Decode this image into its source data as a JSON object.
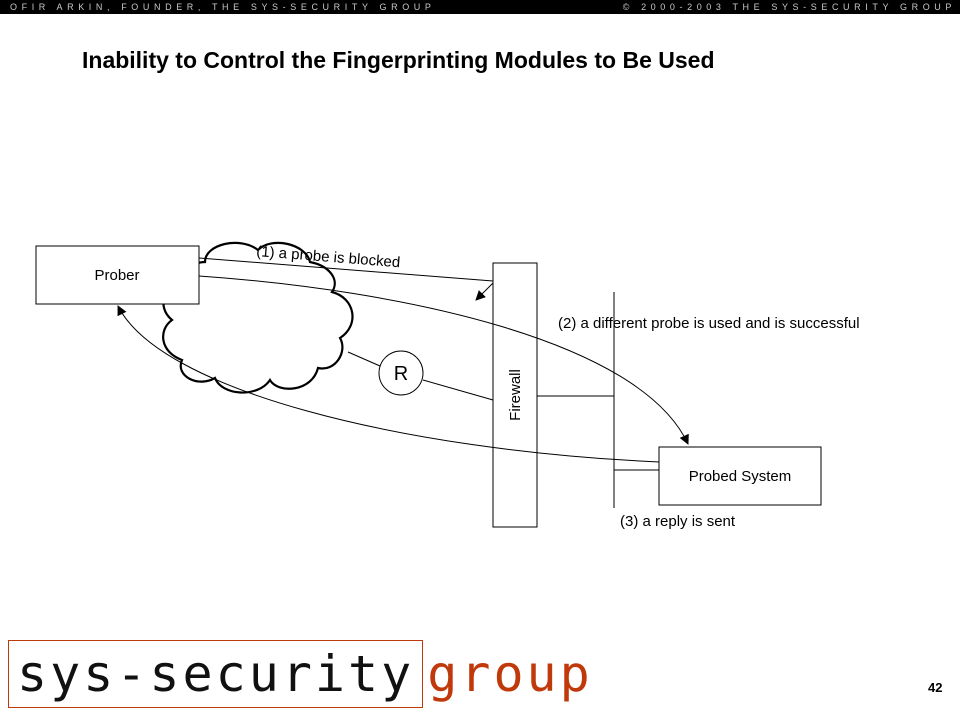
{
  "header": {
    "left_text": "OFIR ARKIN, FOUNDER, THE SYS-SECURITY GROUP",
    "right_text": "© 2000-2003 THE SYS-SECURITY GROUP"
  },
  "slide": {
    "title": "Inability to Control the Fingerprinting Modules to Be Used",
    "page_number": "42"
  },
  "diagram": {
    "prober_label": "Prober",
    "firewall_label": "Firewall",
    "router_label": "R",
    "probed_system_label": "Probed System",
    "step1_label": "(1) a probe is blocked",
    "step2_label": "(2) a different probe is used and is successful",
    "step3_label": "(3) a reply is sent"
  },
  "logo": {
    "part1": "sys-security",
    "part2": "group",
    "colors": {
      "box_border": "#c0390b",
      "group_text": "#c0390b"
    }
  }
}
